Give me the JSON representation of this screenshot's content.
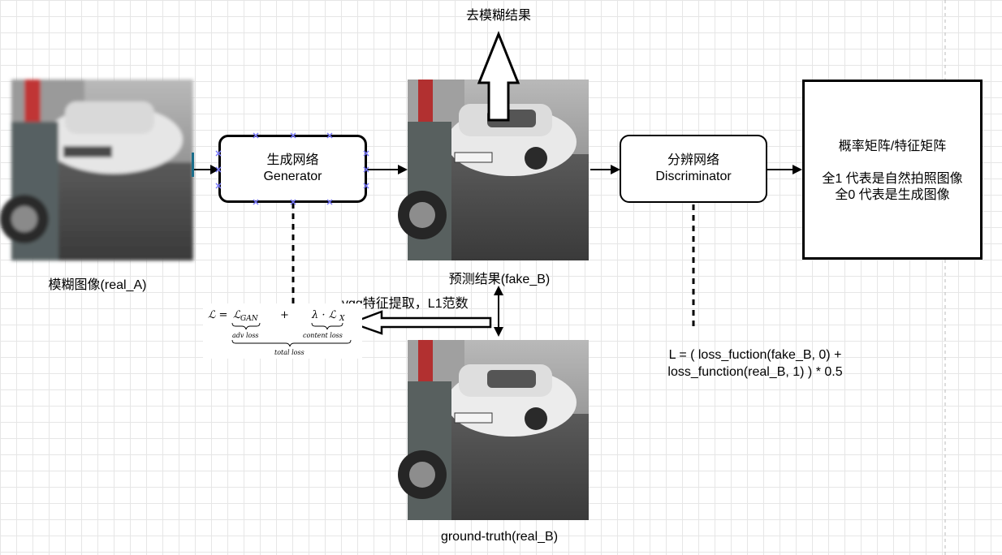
{
  "labels": {
    "deblur_result": "去模糊结果",
    "real_a": "模糊图像(real_A)",
    "fake_b": "预测结果(fake_B)",
    "real_b": "ground-truth(real_B)",
    "vgg": "vgg特征提取，L1范数"
  },
  "generator": {
    "line1": "生成网络",
    "line2": "Generator"
  },
  "discriminator": {
    "line1": "分辨网络",
    "line2": "Discriminator"
  },
  "output_box": {
    "title": "概率矩阵/特征矩阵",
    "line1": "全1 代表是自然拍照图像",
    "line2": "全0 代表是生成图像"
  },
  "d_loss": {
    "line1": "L = ( loss_fuction(fake_B, 0) +",
    "line2": "loss_function(real_B, 1) ) * 0.5"
  },
  "formula": {
    "lhs": "ℒ =",
    "gan_term": "ℒ",
    "gan_sub": "GAN",
    "plus": "+",
    "content_term": "λ · ℒ",
    "content_sub": "X",
    "adv_label": "adv loss",
    "content_label": "content loss",
    "total_label": "total loss"
  },
  "colors": {
    "grid": "#e6e6e6",
    "stroke": "#000000",
    "handle": "#7a7aff",
    "divider": "#bbbbbb"
  }
}
